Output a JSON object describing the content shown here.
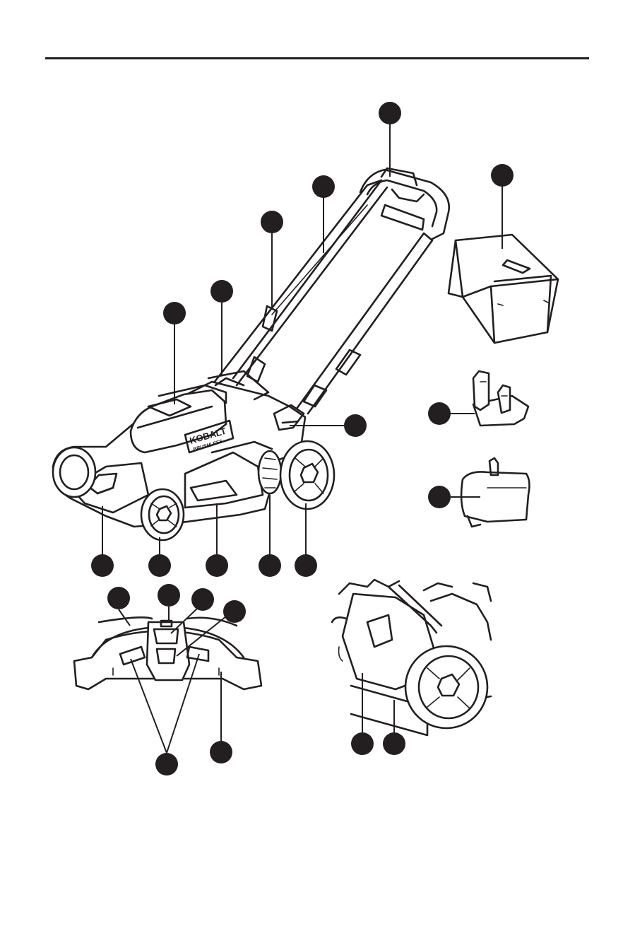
{
  "brand": {
    "name": "KOBALT",
    "subtitle": "BRUSHLESS"
  },
  "callouts": [
    {
      "id": "switch-bar-callout"
    },
    {
      "id": "grass-bag-callout"
    },
    {
      "id": "upper-handle-callout"
    },
    {
      "id": "cable-callout"
    },
    {
      "id": "lower-handle-callout"
    },
    {
      "id": "battery-cover-callout"
    },
    {
      "id": "height-lever-callout"
    },
    {
      "id": "mulching-plug-callout"
    },
    {
      "id": "side-discharge-chute-callout"
    },
    {
      "id": "front-handle-callout"
    },
    {
      "id": "front-wheel-callout"
    },
    {
      "id": "deck-callout"
    },
    {
      "id": "side-door-callout"
    },
    {
      "id": "rear-wheel-callout"
    },
    {
      "id": "bottom-handle-callout"
    },
    {
      "id": "power-indicator-callout"
    },
    {
      "id": "speed-switch-callout"
    },
    {
      "id": "start-button-callout"
    },
    {
      "id": "headlights-callout"
    },
    {
      "id": "front-screw-callout"
    },
    {
      "id": "chute-door-callout"
    },
    {
      "id": "chute-base-callout"
    }
  ],
  "colors": {
    "ink": "#231f20",
    "paper": "#ffffff"
  }
}
